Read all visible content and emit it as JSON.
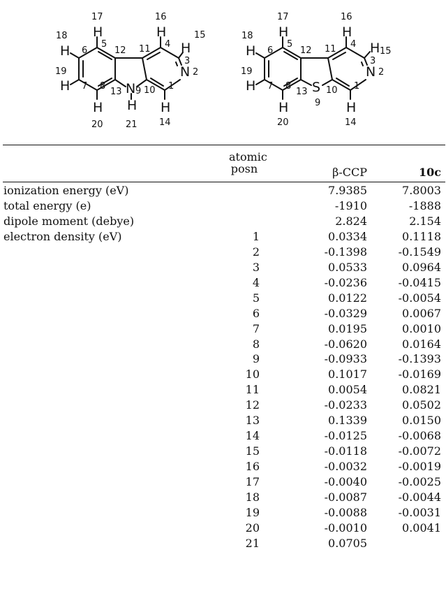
{
  "structures": {
    "carboline": {
      "numbers": [
        "17",
        "16",
        "15",
        "18",
        "6",
        "5",
        "12",
        "11",
        "4",
        "3",
        "2",
        "19",
        "7",
        "8",
        "13",
        "9",
        "10",
        "1",
        "20",
        "21",
        "14"
      ],
      "H": [
        "H",
        "H",
        "H",
        "H",
        "H",
        "H",
        "H",
        "H"
      ],
      "N_ring": "N",
      "N_bridge": "N"
    },
    "thieno": {
      "numbers": [
        "17",
        "16",
        "18",
        "6",
        "5",
        "12",
        "11",
        "4",
        "3",
        "15",
        "2",
        "19",
        "7",
        "8",
        "13",
        "10",
        "1",
        "9",
        "20",
        "14"
      ],
      "H": [
        "H",
        "H",
        "H",
        "H",
        "H",
        "H",
        "H"
      ],
      "N_ring": "N",
      "S_bridge": "S"
    }
  },
  "table": {
    "header": {
      "posn_line1": "atomic",
      "posn_line2": "posn",
      "col_a": "β-CCP",
      "col_b": "10c"
    },
    "rows": [
      {
        "label": "ionization energy (eV)",
        "posn": "",
        "a": "7.9385",
        "b": "7.8003"
      },
      {
        "label": "total energy (e)",
        "posn": "",
        "a": "-1910",
        "b": "-1888"
      },
      {
        "label": "dipole moment (debye)",
        "posn": "",
        "a": "2.824",
        "b": "2.154"
      },
      {
        "label": "electron density (eV)",
        "posn": "1",
        "a": "0.0334",
        "b": "0.1118"
      },
      {
        "label": "",
        "posn": "2",
        "a": "-0.1398",
        "b": "-0.1549"
      },
      {
        "label": "",
        "posn": "3",
        "a": "0.0533",
        "b": "0.0964"
      },
      {
        "label": "",
        "posn": "4",
        "a": "-0.0236",
        "b": "-0.0415"
      },
      {
        "label": "",
        "posn": "5",
        "a": "0.0122",
        "b": "-0.0054"
      },
      {
        "label": "",
        "posn": "6",
        "a": "-0.0329",
        "b": "0.0067"
      },
      {
        "label": "",
        "posn": "7",
        "a": "0.0195",
        "b": "0.0010"
      },
      {
        "label": "",
        "posn": "8",
        "a": "-0.0620",
        "b": "0.0164"
      },
      {
        "label": "",
        "posn": "9",
        "a": "-0.0933",
        "b": "-0.1393"
      },
      {
        "label": "",
        "posn": "10",
        "a": "0.1017",
        "b": "-0.0169"
      },
      {
        "label": "",
        "posn": "11",
        "a": "0.0054",
        "b": "0.0821"
      },
      {
        "label": "",
        "posn": "12",
        "a": "-0.0233",
        "b": "0.0502"
      },
      {
        "label": "",
        "posn": "13",
        "a": "0.1339",
        "b": "0.0150"
      },
      {
        "label": "",
        "posn": "14",
        "a": "-0.0125",
        "b": "-0.0068"
      },
      {
        "label": "",
        "posn": "15",
        "a": "-0.0118",
        "b": "-0.0072"
      },
      {
        "label": "",
        "posn": "16",
        "a": "-0.0032",
        "b": "-0.0019"
      },
      {
        "label": "",
        "posn": "17",
        "a": "-0.0040",
        "b": "-0.0025"
      },
      {
        "label": "",
        "posn": "18",
        "a": "-0.0087",
        "b": "-0.0044"
      },
      {
        "label": "",
        "posn": "19",
        "a": "-0.0088",
        "b": "-0.0031"
      },
      {
        "label": "",
        "posn": "20",
        "a": "-0.0010",
        "b": "0.0041"
      },
      {
        "label": "",
        "posn": "21",
        "a": "0.0705",
        "b": ""
      }
    ]
  }
}
